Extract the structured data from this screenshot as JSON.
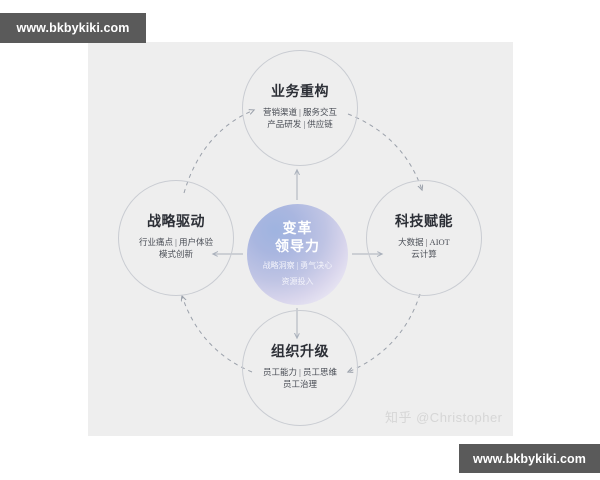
{
  "panel": {
    "background_color": "#eeeeee"
  },
  "center": {
    "title": "变革\n领导力",
    "title_line1": "变革",
    "title_line2": "领导力",
    "sub_line1": "战略洞察 | 勇气决心",
    "sub_line2": "资源投入",
    "gradient_from": "#9fb4e0",
    "gradient_to": "#f2f0f8"
  },
  "nodes": [
    {
      "id": "node-top",
      "title": "业务重构",
      "sub_line1": "营销渠道 | 服务交互",
      "sub_line2": "产品研发 | 供应链"
    },
    {
      "id": "node-right",
      "title": "科技赋能",
      "sub_line1": "大数据 | AIOT",
      "sub_line2": "云计算"
    },
    {
      "id": "node-bottom",
      "title": "组织升级",
      "sub_line1": "员工能力 | 员工思维",
      "sub_line2": "员工治理"
    },
    {
      "id": "node-left",
      "title": "战略驱动",
      "sub_line1": "行业痛点 | 用户体验",
      "sub_line2": "模式创新"
    }
  ],
  "watermarks": {
    "zhihu": "知乎 @Christopher",
    "site_top": "www.bkbykiki.com",
    "site_bottom": "www.bkbykiki.com",
    "site_box_color": "#5a5a5a"
  },
  "connectors": {
    "style": "dashed-curved-arrows-clockwise",
    "radial_style": "solid-thin-arrows-from-center",
    "color": "#9aa0aa"
  }
}
